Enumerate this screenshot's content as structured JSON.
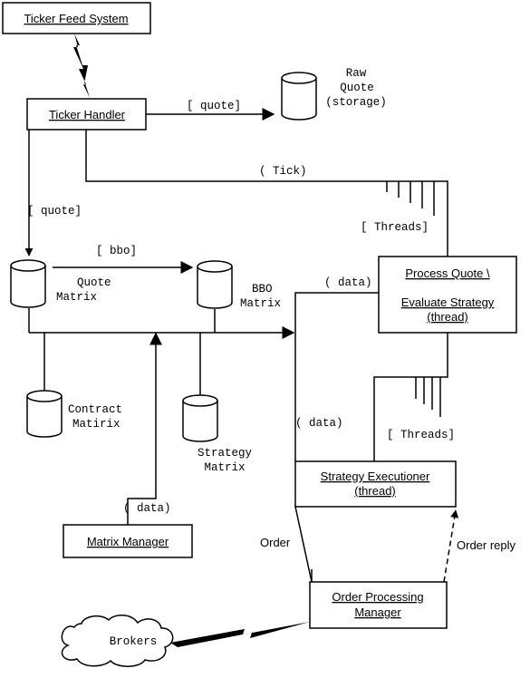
{
  "boxes": {
    "ticker_feed_system": "Ticker Feed System",
    "ticker_handler": "Ticker Handler",
    "process_quote_line1": "Process Quote \\",
    "process_quote_line2": "Evaluate Strategy",
    "process_quote_line3": "(thread)",
    "strategy_executioner_line1": "Strategy Executioner",
    "strategy_executioner_line2": "(thread)",
    "matrix_manager": "Matrix Manager",
    "order_processing_line1": "Order Processing",
    "order_processing_line2": "Manager",
    "brokers": "Brokers"
  },
  "stores": {
    "raw_quote_line1": "Raw",
    "raw_quote_line2": "Quote",
    "raw_quote_line3": "(storage)",
    "quote_matrix_line1": "Quote",
    "quote_matrix_line2": "Matrix",
    "bbo_matrix_line1": "BBO",
    "bbo_matrix_line2": "Matrix",
    "contract_matrix_line1": "Contract",
    "contract_matrix_line2": "Matirix",
    "strategy_matrix_line1": "Strategy",
    "strategy_matrix_line2": "Matrix"
  },
  "labels": {
    "quote_top": "[ quote]",
    "tick": "( Tick)",
    "quote_left": "[ quote]",
    "threads_top": "[ Threads]",
    "bbo": "[ bbo]",
    "data_top": "( data)",
    "data_mid": "( data)",
    "threads_bottom": "[ Threads]",
    "data_bottom": "( data)",
    "order": "Order",
    "order_reply": "Order reply"
  }
}
